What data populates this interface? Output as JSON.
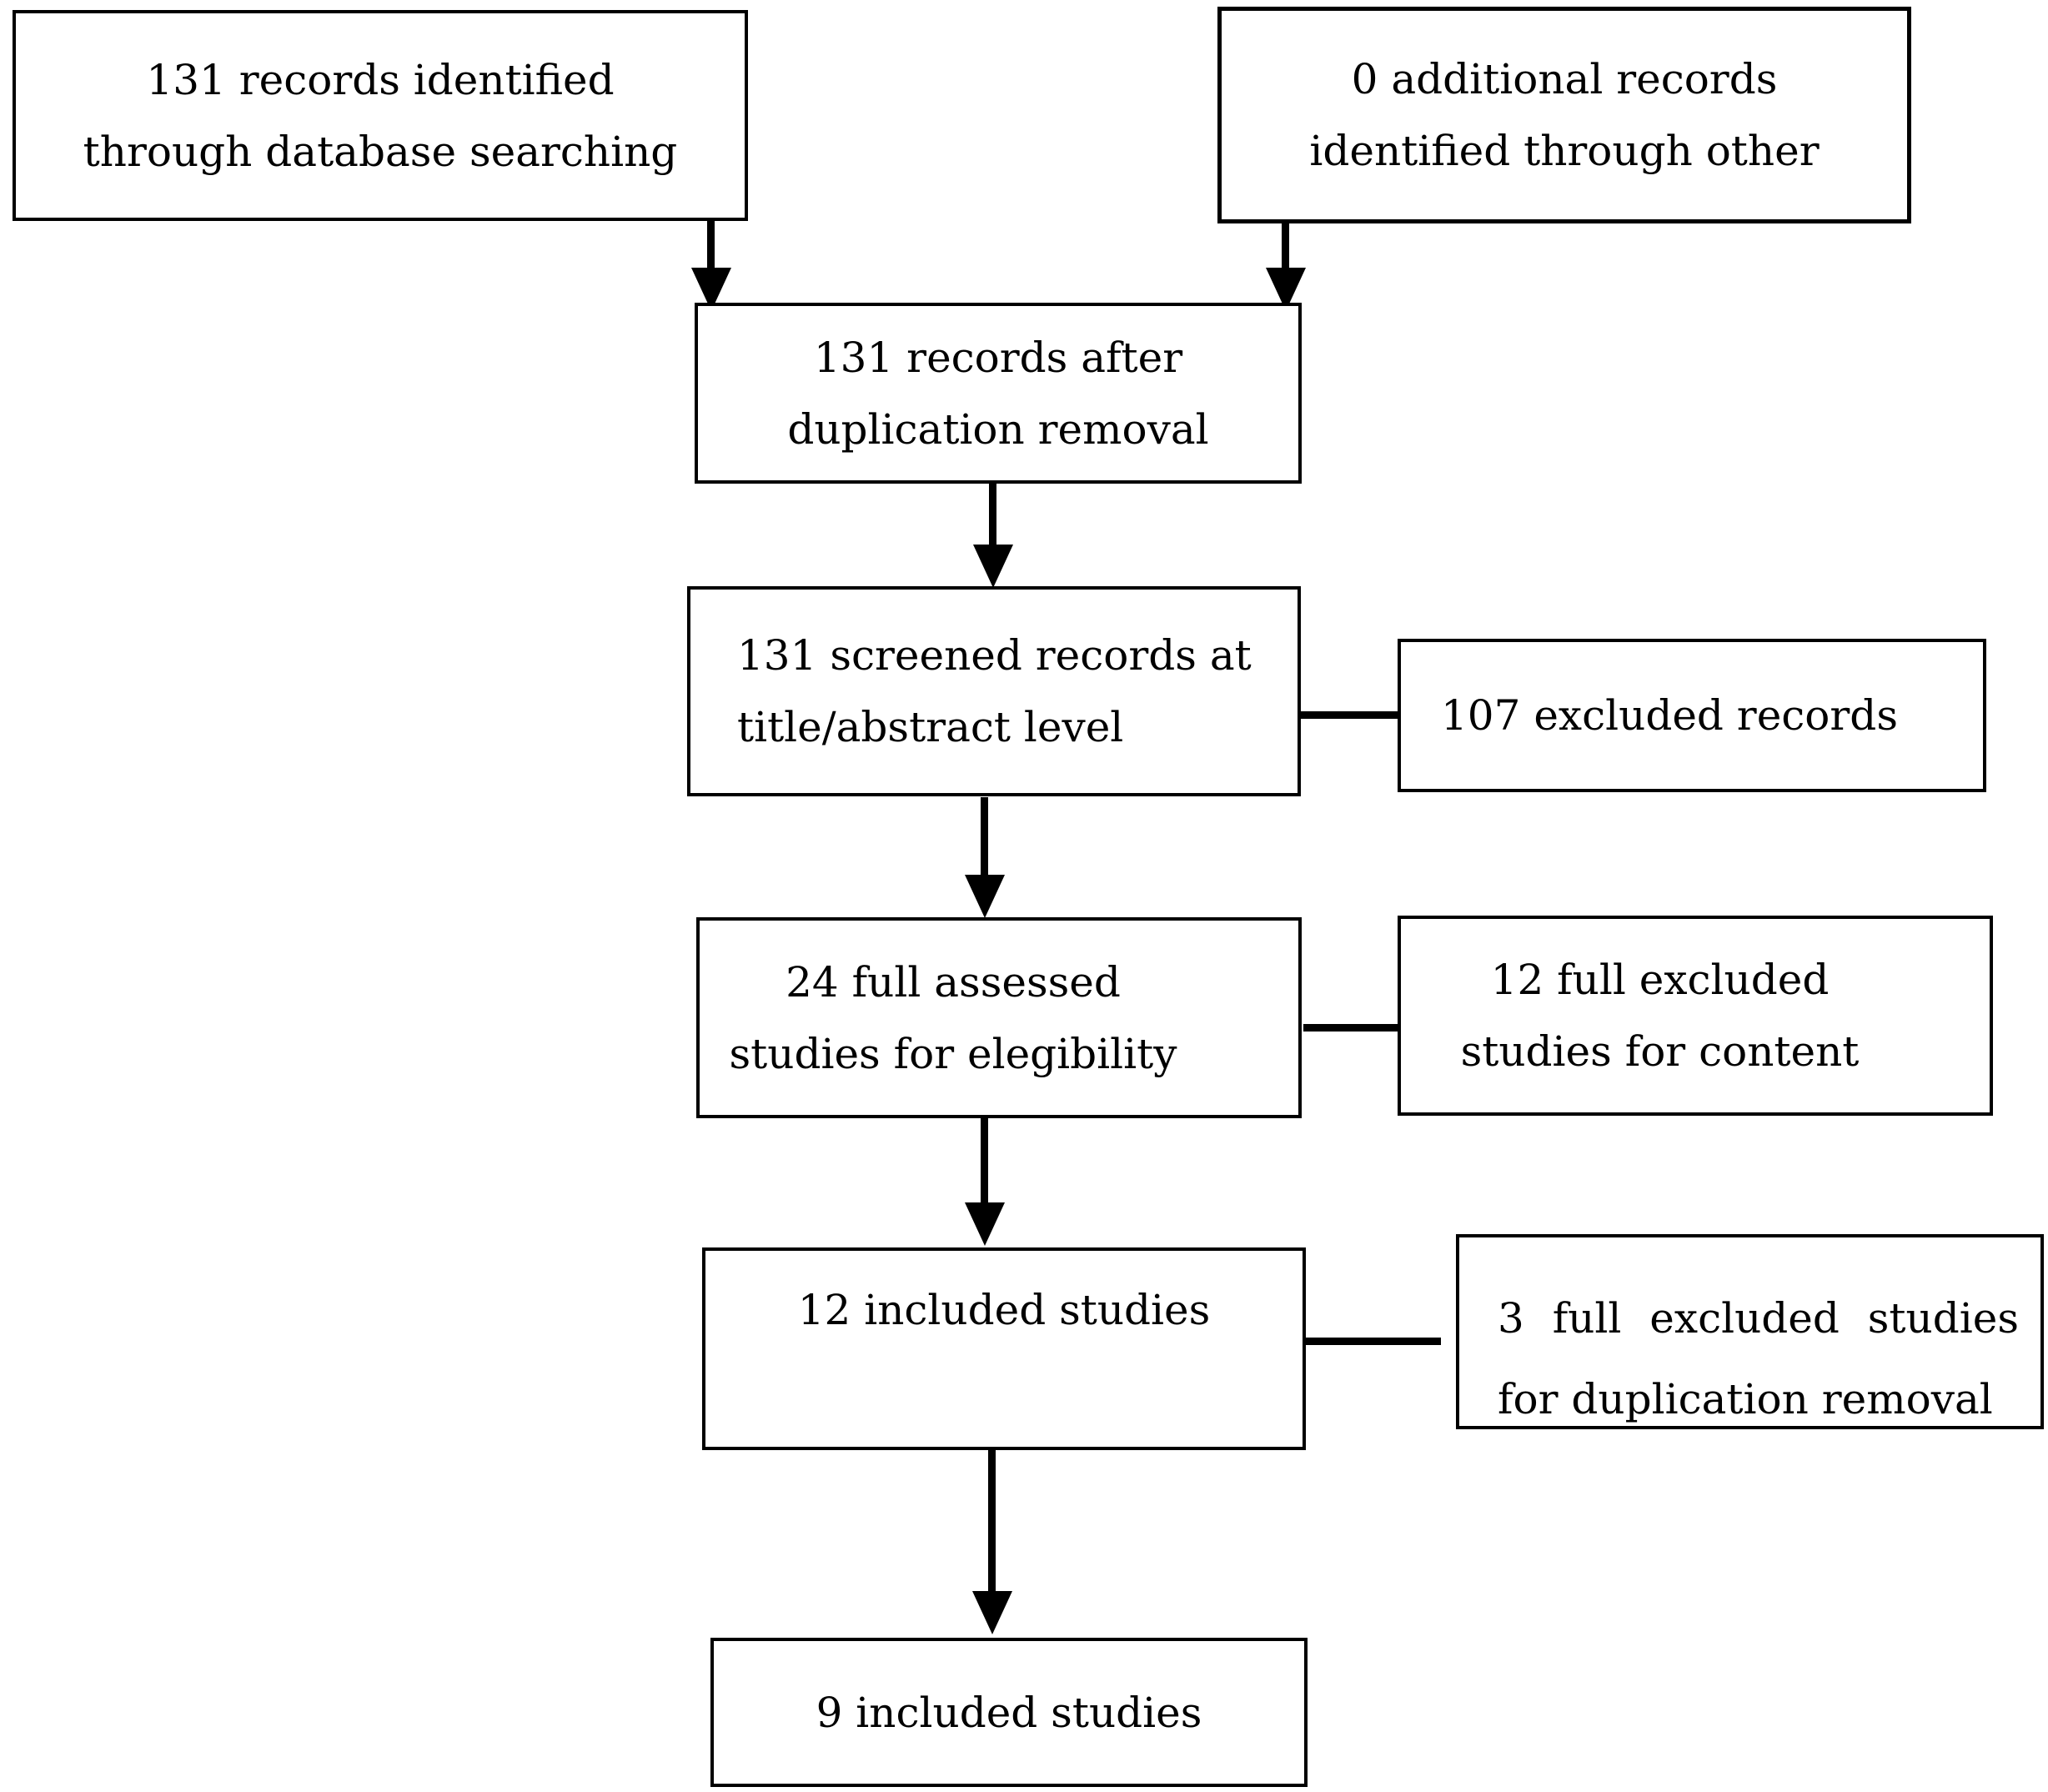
{
  "diagram": {
    "type": "flowchart",
    "description": "Study selection flow diagram (PRISMA-style)",
    "colors": {
      "line": "#000000",
      "background": "#ffffff",
      "text": "#000000"
    },
    "boxes": {
      "identified_db": {
        "line1": "131 records identified",
        "line2": "through database searching"
      },
      "identified_other": {
        "line1": "0 additional records",
        "line2": "identified through other"
      },
      "after_dedup": {
        "line1": "131 records after",
        "line2": "duplication removal"
      },
      "screened": {
        "line1": "131 screened records at",
        "line2": "title/abstract level"
      },
      "excluded_records": {
        "line1": "107 excluded records"
      },
      "full_assessed": {
        "line1": "24 full assessed",
        "line2": "studies for elegibility"
      },
      "excluded_content": {
        "line1": "12 full excluded",
        "line2": "studies for content"
      },
      "included_12": {
        "line1": "12 included studies"
      },
      "excluded_duplication": {
        "line1": "3 full excluded studies",
        "line2": "for duplication removal"
      },
      "included_9": {
        "line1": "9 included studies"
      }
    }
  }
}
